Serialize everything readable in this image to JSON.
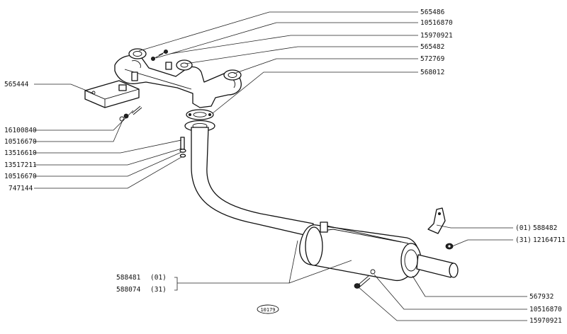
{
  "labels": {
    "r1": "565486",
    "r2": "10516870",
    "r3": "15970921",
    "r4": "565482",
    "r5": "572769",
    "r6": "568012",
    "l1": "565444",
    "l2": "16100840",
    "l3": "10516670",
    "l4": "13516610",
    "l5": "13517211",
    "l6": "10516670",
    "l7": "747144",
    "b1_code": "588481",
    "b1_var": "(01)",
    "b2_code": "588074",
    "b2_var": "(31)",
    "rb1_var": "(01)",
    "rb1_code": "588482",
    "rb2_var": "(31)",
    "rb2_code": "12164711",
    "br1": "567932",
    "br2": "10516870",
    "br3": "15970921",
    "stamp": "10179"
  }
}
